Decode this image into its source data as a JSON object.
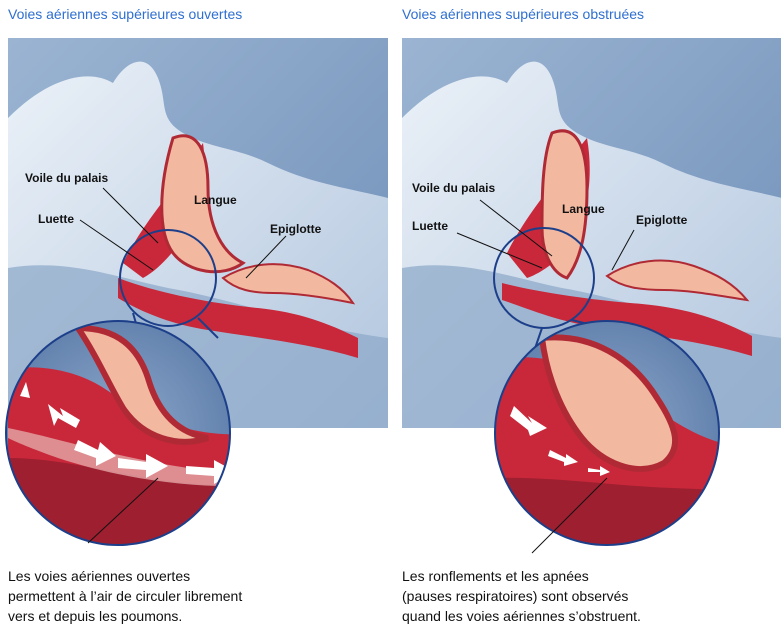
{
  "panels": [
    {
      "title": "Voies aériennes supérieures ouvertes",
      "labels": {
        "voile": "Voile du palais",
        "luette": "Luette",
        "langue": "Langue",
        "epiglotte": "Epiglotte"
      },
      "caption": [
        "Les voies aériennes ouvertes",
        "permettent à l’air de circuler librement",
        "vers et depuis les poumons."
      ]
    },
    {
      "title": "Voies aériennes supérieures obstruées",
      "labels": {
        "voile": "Voile du palais",
        "luette": "Luette",
        "langue": "Langue",
        "epiglotte": "Epiglotte"
      },
      "caption": [
        "Les ronflements et les apnées",
        "(pauses respiratoires) sont observés",
        "quand les voies aériennes s’obstruent."
      ]
    }
  ],
  "colors": {
    "title": "#2f6fd0",
    "background_blue": "#7f9ec4",
    "skin": "#d6e2f0",
    "tissue_red": "#c8283a",
    "tissue_pink": "#f2b8a0",
    "circle_outline": "#1d3f8a",
    "airflow_arrow": "#ffffff"
  }
}
